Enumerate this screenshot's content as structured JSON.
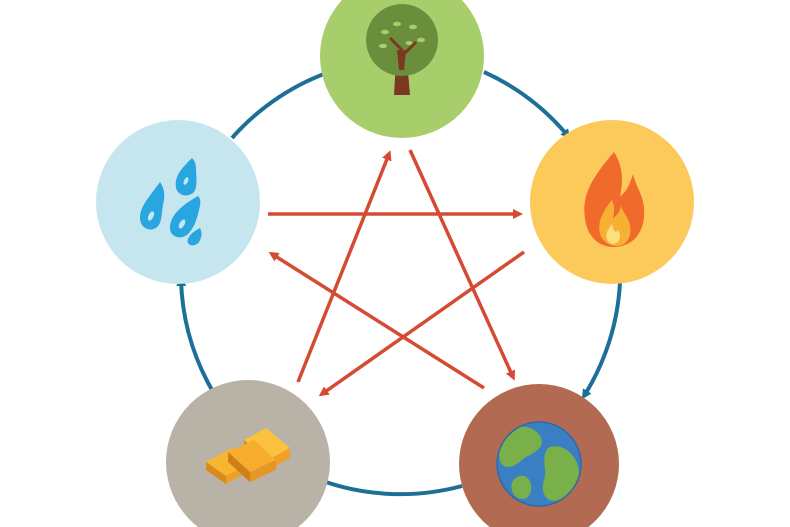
{
  "diagram": {
    "type": "cycle",
    "nodes": [
      {
        "id": "wood",
        "icon": "tree-icon",
        "fill": "#a8cd6b"
      },
      {
        "id": "fire",
        "icon": "flame-icon",
        "fill": "#fcca5a"
      },
      {
        "id": "earth",
        "icon": "globe-icon",
        "fill": "#b36a53"
      },
      {
        "id": "metal",
        "icon": "gold-bars-icon",
        "fill": "#b8b3a6"
      },
      {
        "id": "water",
        "icon": "water-drops-icon",
        "fill": "#c5e6ef"
      }
    ],
    "outer_cycle": {
      "color": "#1d6f98",
      "edges": [
        [
          "wood",
          "fire"
        ],
        [
          "fire",
          "earth"
        ],
        [
          "earth",
          "metal"
        ],
        [
          "metal",
          "water"
        ],
        [
          "water",
          "wood"
        ]
      ]
    },
    "inner_star": {
      "color": "#d44a32",
      "edges": [
        [
          "wood",
          "earth"
        ],
        [
          "earth",
          "water"
        ],
        [
          "water",
          "fire"
        ],
        [
          "fire",
          "metal"
        ],
        [
          "metal",
          "wood"
        ]
      ]
    }
  }
}
